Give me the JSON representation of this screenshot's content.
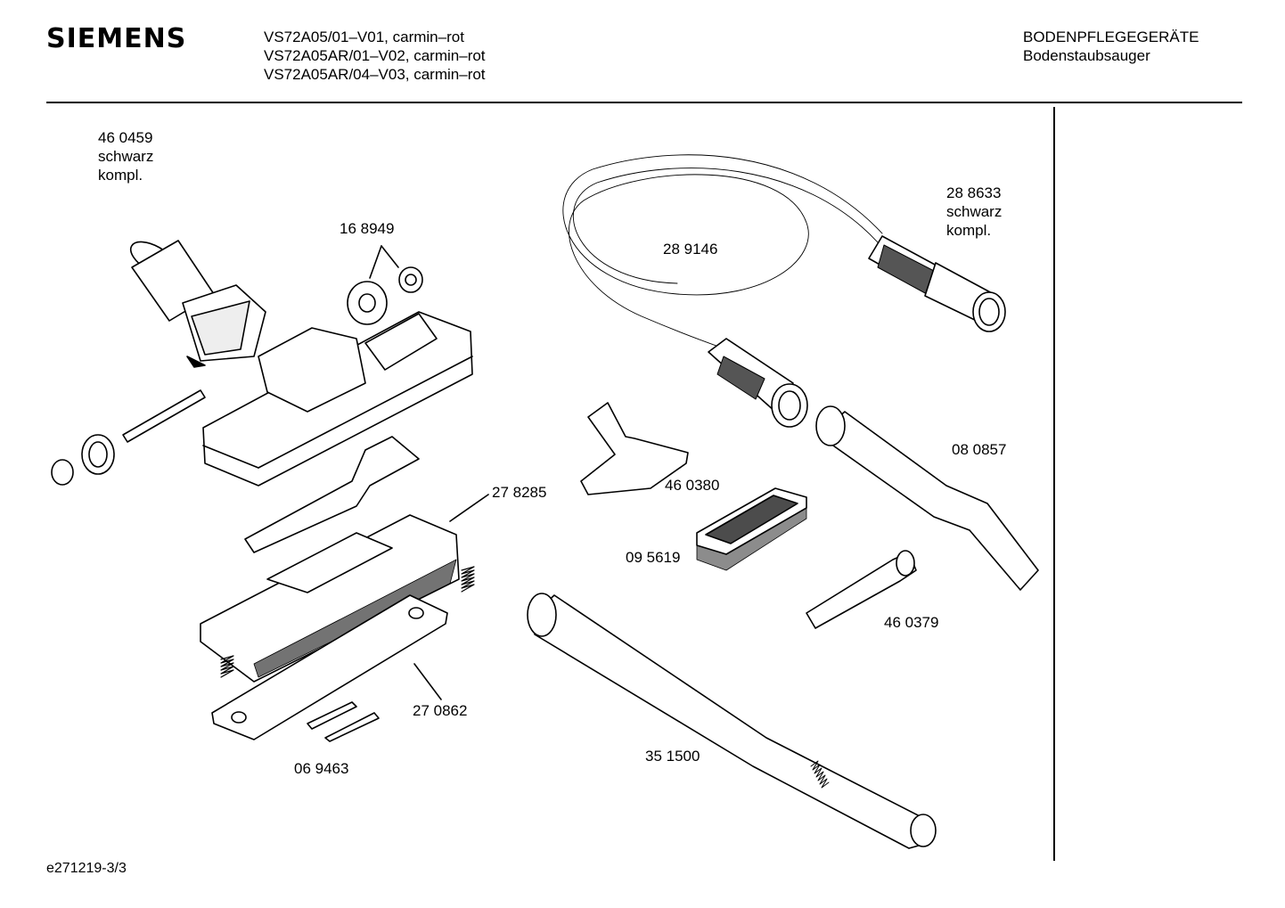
{
  "header": {
    "brand": "SIEMENS",
    "models": [
      "VS72A05/01–V01, carmin–rot",
      "VS72A05AR/01–V02, carmin–rot",
      "VS72A05AR/04–V03, carmin–rot"
    ],
    "category": "BODENPFLEGEGERÄTE",
    "subcategory": "Bodenstaubsauger"
  },
  "parts": {
    "p460459": {
      "number": "46 0459",
      "note1": "schwarz",
      "note2": "kompl."
    },
    "p168949": {
      "number": "16 8949"
    },
    "p289146": {
      "number": "28 9146"
    },
    "p288633": {
      "number": "28 8633",
      "note1": "schwarz",
      "note2": "kompl."
    },
    "p080857": {
      "number": "08 0857"
    },
    "p460380": {
      "number": "46 0380"
    },
    "p278285": {
      "number": "27 8285"
    },
    "p095619": {
      "number": "09 5619"
    },
    "p460379": {
      "number": "46 0379"
    },
    "p270862": {
      "number": "27 0862"
    },
    "p069463": {
      "number": "06 9463"
    },
    "p351500": {
      "number": "35 1500"
    }
  },
  "footer": {
    "drawing_ref": "e271219-3/3"
  }
}
